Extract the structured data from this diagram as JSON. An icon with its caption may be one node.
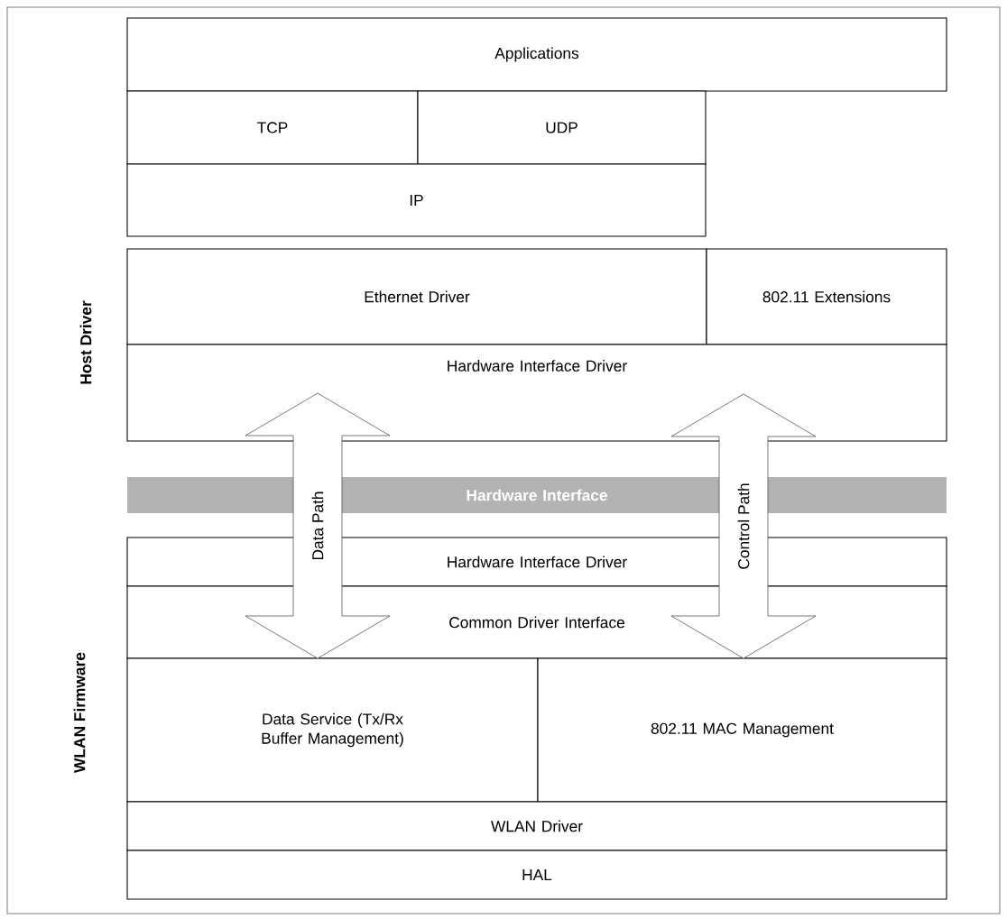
{
  "diagram": {
    "nodes": [
      {
        "text": [
          "Applications"
        ]
      },
      {
        "text": [
          "TCP"
        ]
      },
      {
        "text": [
          "UDP"
        ]
      },
      {
        "text": [
          "IP"
        ]
      },
      {
        "text": [
          "Ethernet Driver"
        ]
      },
      {
        "text": [
          "802.11 Extensions"
        ]
      },
      {
        "text": [
          "Hardware Interface Driver"
        ]
      },
      {
        "text": [
          "Hardware Interface"
        ]
      },
      {
        "text": [
          "Hardware Interface Driver"
        ]
      },
      {
        "text": [
          "Common Driver Interface"
        ]
      },
      {
        "text": [
          "Data Service (Tx/Rx Buffer Management)"
        ]
      },
      {
        "text": [
          "802.11 MAC Management"
        ]
      },
      {
        "text": [
          "WLAN Driver"
        ]
      },
      {
        "text": [
          "HAL"
        ]
      }
    ],
    "edges": [
      {
        "from": 6,
        "to": 9,
        "arrow": "both",
        "label": "Data Path"
      },
      {
        "from": 6,
        "to": 9,
        "arrow": "both",
        "label": "Control Path"
      }
    ],
    "labels": [
      "Host Driver",
      "WLAN Firmware"
    ]
  }
}
